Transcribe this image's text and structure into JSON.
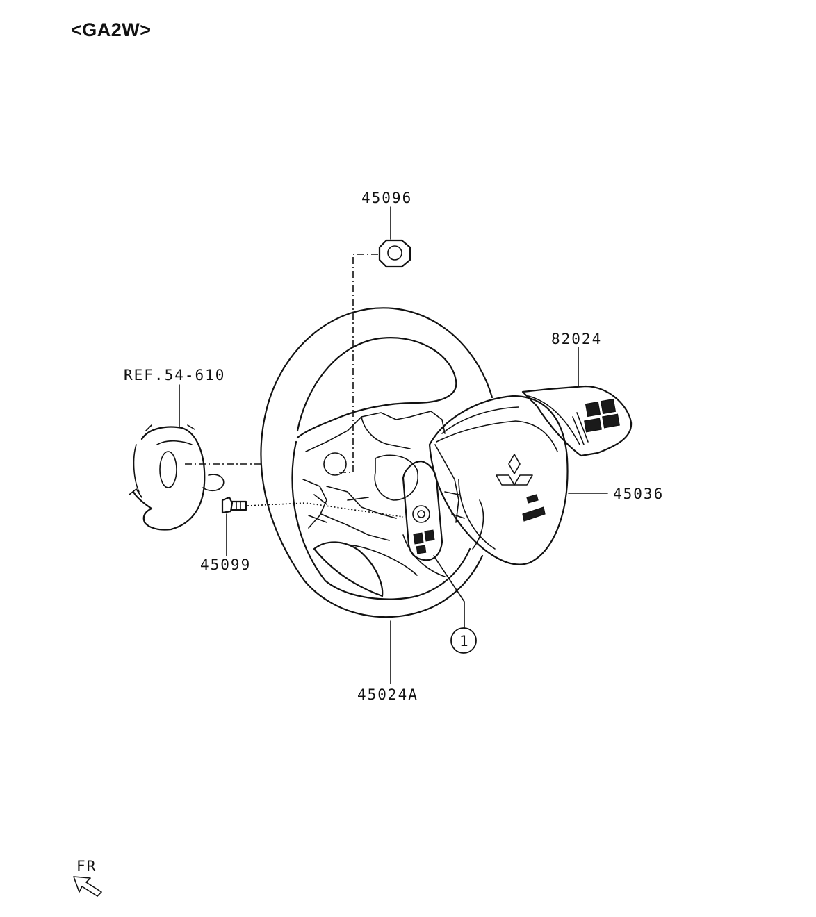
{
  "header": {
    "model_code": "<GA2W>"
  },
  "callouts": {
    "nut": "45096",
    "switch_cover": "82024",
    "clock_spring_ref": "REF.54-610",
    "airbag_module": "45036",
    "bolt": "45099",
    "steering_wheel": "45024A",
    "circled_item": "1"
  },
  "direction": {
    "label": "FR"
  }
}
